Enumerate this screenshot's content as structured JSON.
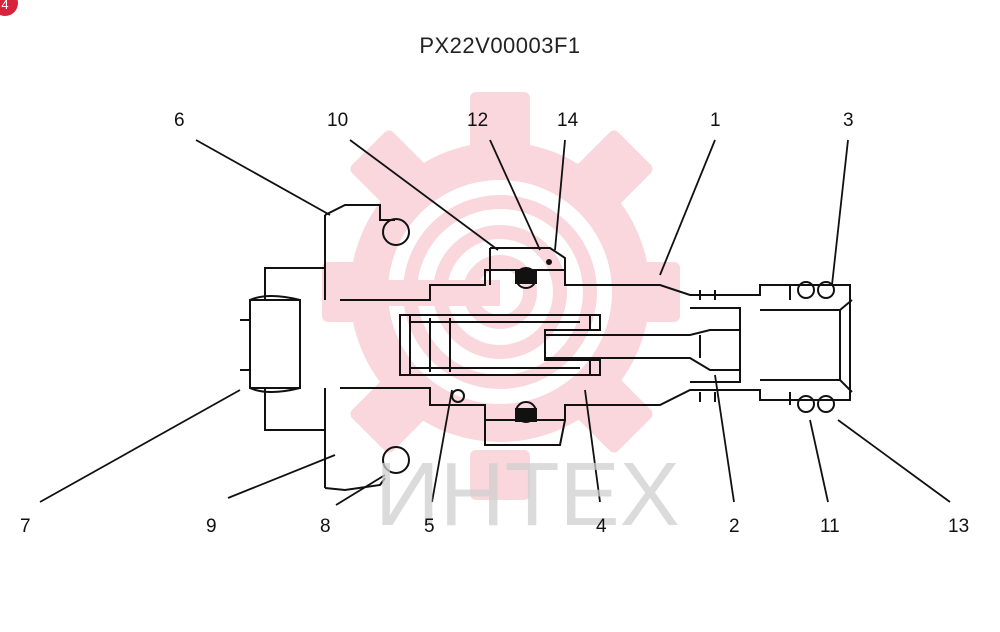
{
  "title": "PX22V00003F1",
  "badge": {
    "text": "4"
  },
  "watermark": {
    "text": "ИНТЕХ"
  },
  "callouts": [
    "6",
    "10",
    "12",
    "14",
    "1",
    "3",
    "7",
    "9",
    "8",
    "5",
    "4",
    "2",
    "11",
    "13"
  ],
  "colors": {
    "ink": "#111111",
    "watermark_gear": "#f5b8c2",
    "watermark_text": "#cfcfcf",
    "badge": "#d9233a"
  }
}
